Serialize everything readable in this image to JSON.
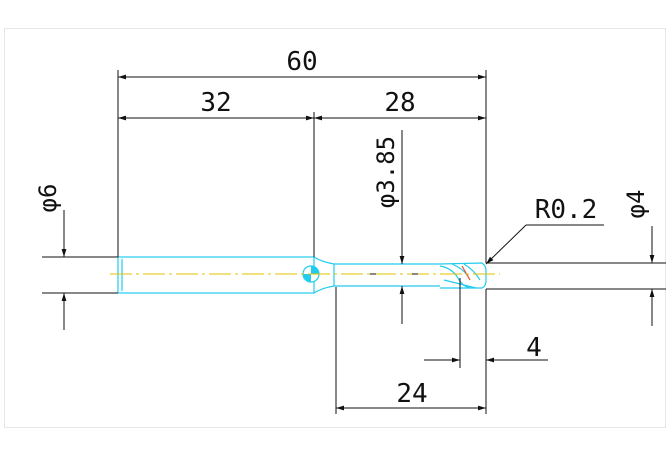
{
  "drawing": {
    "dimensions": {
      "overall_length": "60",
      "shank_length": "32",
      "neck_and_flute_length": "28",
      "shank_diameter": "φ6",
      "neck_diameter": "φ3.85",
      "corner_radius": "R0.2",
      "cutter_diameter": "φ4",
      "flute_length": "4",
      "reach_length": "24"
    },
    "colors": {
      "dimension_line": "#111111",
      "part_outline": "#22ccee",
      "center_line": "#e0c000",
      "flute_accent": "#e05030",
      "frame_border": "#e6e6e6"
    }
  }
}
